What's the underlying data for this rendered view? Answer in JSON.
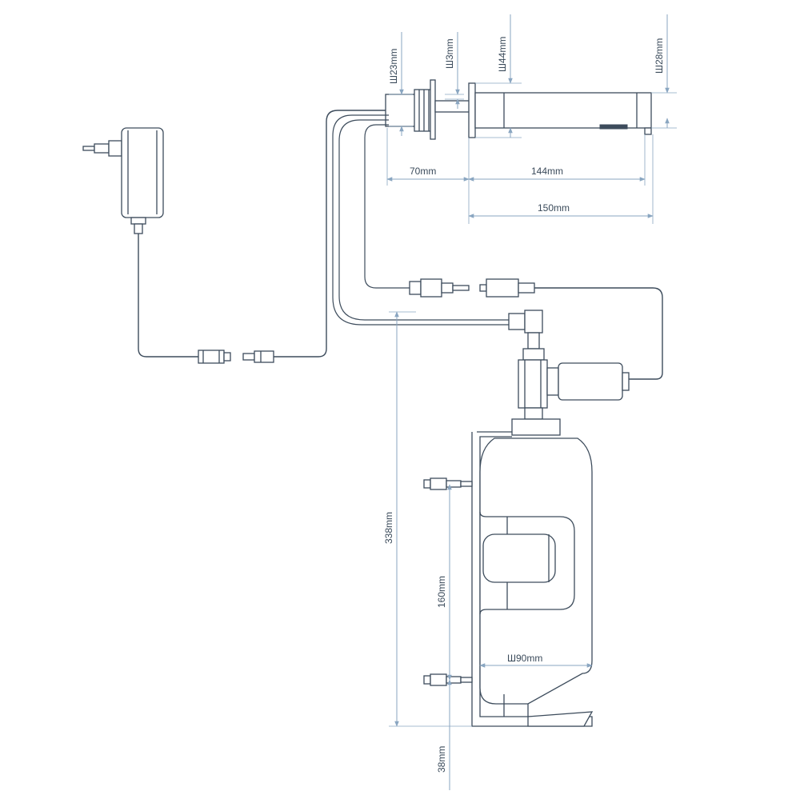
{
  "dimensions": {
    "d23": "Ш23mm",
    "d3": "Ш3mm",
    "d44": "Ш44mm",
    "d28": "Ш28mm",
    "len70": "70mm",
    "len144": "144mm",
    "len150": "150mm",
    "h338": "338mm",
    "h160": "160mm",
    "d90": "Ш90mm",
    "h38": "38mm"
  },
  "colors": {
    "line": "#3d4c5c",
    "dimension": "#8aa6c1",
    "text": "#3a4a5a"
  }
}
